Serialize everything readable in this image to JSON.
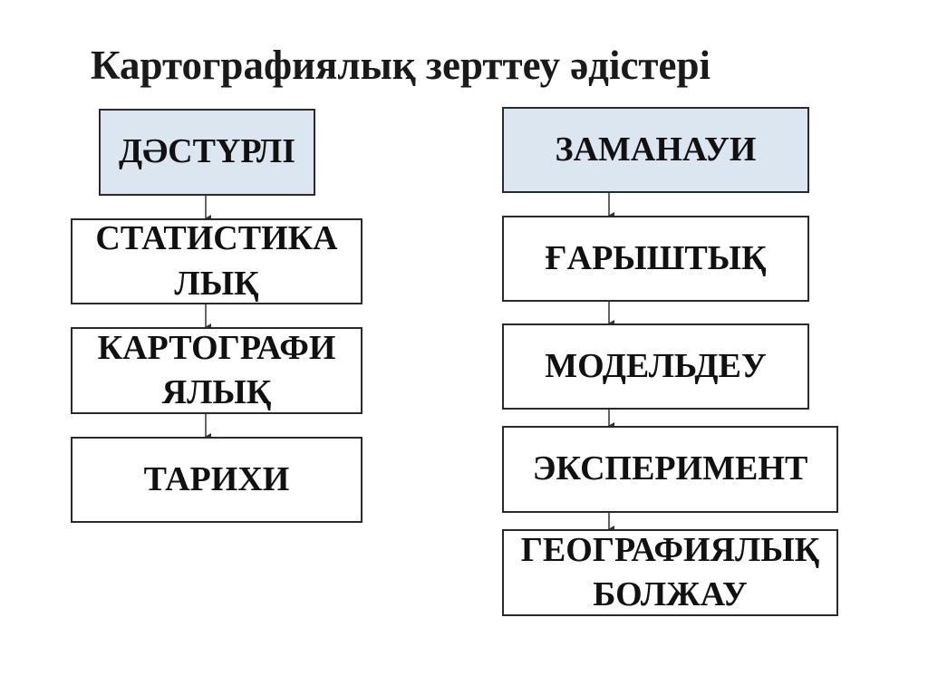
{
  "title": "Картографиялық зерттеу әдістері",
  "left_column": {
    "header": "ДӘСТҮРЛІ",
    "items": [
      "СТАТИСТИКАЛЫҚ",
      "КАРТОГРАФИЯЛЫҚ",
      "ТАРИХИ"
    ]
  },
  "right_column": {
    "header": "ЗАМАНАУИ",
    "items": [
      "ҒАРЫШТЫҚ",
      "МОДЕЛЬДЕУ",
      "ЭКСПЕРИМЕНТ",
      "ГЕОГРАФИЯЛЫҚ БОЛЖАУ"
    ]
  },
  "colors": {
    "header_fill": "#dce6f0",
    "border": "#2a2a2a"
  }
}
